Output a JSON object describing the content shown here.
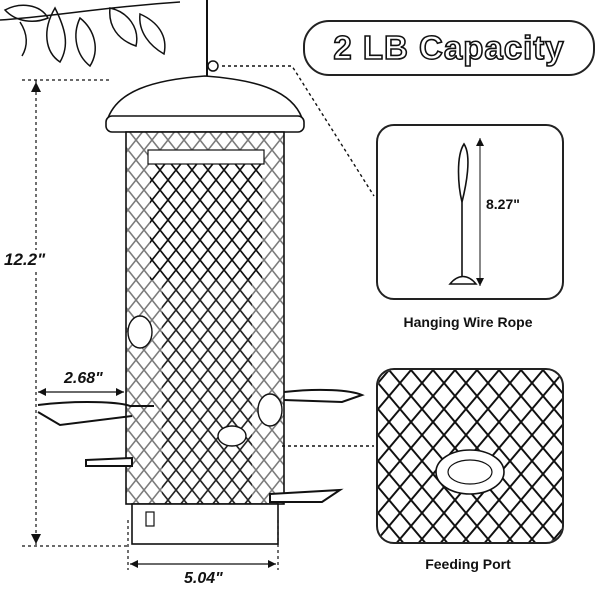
{
  "capacity_label": "2 LB Capacity",
  "dimensions": {
    "height": "12.2\"",
    "perch_length": "2.68\"",
    "base_width": "5.04\"",
    "wire_length": "8.27\""
  },
  "insets": {
    "hanging": {
      "caption": "Hanging Wire Rope"
    },
    "feeding": {
      "caption": "Feeding Port"
    }
  },
  "colors": {
    "line": "#111111",
    "background": "#ffffff"
  }
}
